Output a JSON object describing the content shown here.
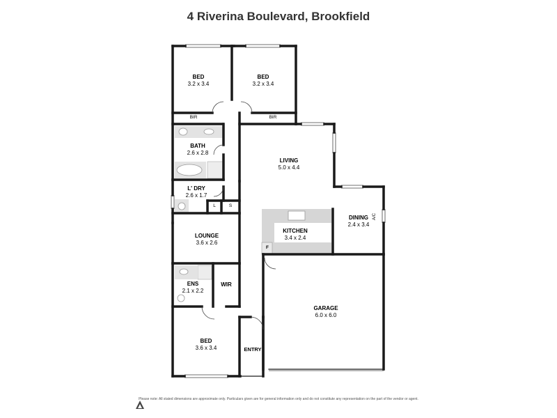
{
  "header": {
    "title": "4 Riverina Boulevard, Brookfield"
  },
  "rooms": {
    "bed1": {
      "name": "BED",
      "dims": "3.2 x 3.4"
    },
    "bed2": {
      "name": "BED",
      "dims": "3.2 x 3.4"
    },
    "bir1": "BIR",
    "bir2": "BIR",
    "bath": {
      "name": "BATH",
      "dims": "2.6 x 2.8"
    },
    "living": {
      "name": "LIVING",
      "dims": "5.0 x 4.4"
    },
    "laundry": {
      "name": "L' DRY",
      "dims": "2.6 x 1.7"
    },
    "linen": "L",
    "store": "S",
    "kitchen": {
      "name": "KITCHEN",
      "dims": "3.4 x 2.4"
    },
    "fridge": "F",
    "dining": {
      "name": "DINING",
      "dims": "2.4 x 3.4"
    },
    "ac": "A/C",
    "lounge": {
      "name": "LOUNGE",
      "dims": "3.6 x 2.6"
    },
    "ens": {
      "name": "ENS",
      "dims": "2.1 x 2.2"
    },
    "wir": "WIR",
    "garage": {
      "name": "GARAGE",
      "dims": "6.0 x 6.0"
    },
    "bed3": {
      "name": "BED",
      "dims": "3.6 x 3.4"
    },
    "entry": "ENTRY"
  },
  "footer": {
    "disclaimer": "Please note: All stated dimensions are approximate only. Particulars given are for general information only and do not constitute any representation on the part of the vendor or agent."
  },
  "colors": {
    "wall": "#1a1a1a",
    "fixture": "#d9d9d9",
    "bench": "#cfcfcf"
  }
}
